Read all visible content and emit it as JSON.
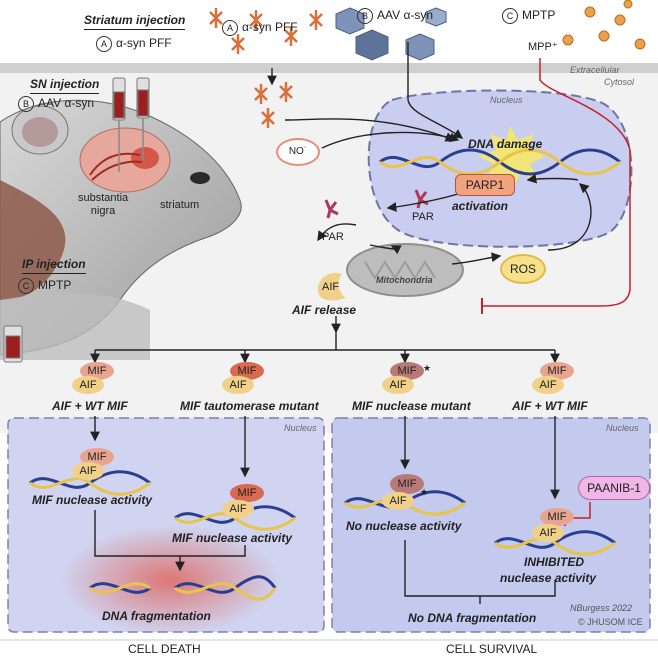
{
  "injections": {
    "striatum": {
      "title": "Striatum injection",
      "marker": "A",
      "agent": "α-syn PFF"
    },
    "sn": {
      "title": "SN injection",
      "marker": "B",
      "agent": "AAV α-syn"
    },
    "ip": {
      "title": "IP injection",
      "marker": "C",
      "agent": "MPTP"
    }
  },
  "top_agents": {
    "a": {
      "marker": "A",
      "label": "α-syn PFF"
    },
    "b": {
      "marker": "B",
      "label": "AAV α-syn"
    },
    "c": {
      "marker": "C",
      "label": "MPTP",
      "product": "MPP⁺"
    }
  },
  "compartments": {
    "extracellular": "Extracellular",
    "cytosol": "Cytosol",
    "nucleus": "Nucleus"
  },
  "brain": {
    "substantia_nigra": "substantia nigra",
    "striatum": "striatum"
  },
  "molecules": {
    "no": "NO˙",
    "dna_damage": "DNA damage",
    "parp1": "PARP1",
    "activation": "activation",
    "par": "PAR",
    "ros": "ROS",
    "mitochondria": "Mitochondria",
    "aif": "AIF",
    "mif": "MIF",
    "mif_star": "MIF",
    "star": "★",
    "aif_release": "AIF release",
    "paanib": "PAANIB-1"
  },
  "branches": [
    {
      "label": "AIF + WT MIF"
    },
    {
      "label": "MIF tautomerase mutant"
    },
    {
      "label": "MIF nuclease mutant"
    },
    {
      "label": "AIF + WT MIF"
    }
  ],
  "lower_nucleus": {
    "left_activity_1": "MIF nuclease activity",
    "left_activity_2": "MIF nuclease activity",
    "dna_fragmentation": "DNA fragmentation",
    "no_activity": "No nuclease activity",
    "inhibited_1": "INHIBITED",
    "inhibited_2": "nuclease activity",
    "no_fragmentation": "No DNA fragmentation"
  },
  "outcomes": {
    "death": "CELL DEATH",
    "survival": "CELL SURVIVAL"
  },
  "credit": {
    "signature": "NBurgess 2022",
    "copyright": "© JHUSOM ICE"
  },
  "colors": {
    "gray_band": "#d2d2d2",
    "cytosol_bg": "#f0f0f0",
    "nucleus_fill": "#c9cdef",
    "panel_left": "#cfd3f0",
    "panel_right": "#c4c9ee",
    "aif": "#f1d08a",
    "mif": "#e9a48f",
    "mif_mut": "#d9694f",
    "mif_nuc_mut": "#b87a76",
    "parp1": "#f3a27f",
    "ros": "#f6e08a",
    "paanib": "#f0b6e6",
    "red_arrow": "#c8202b",
    "dna_blue": "#2a3f8f",
    "dna_yellow": "#e9c44a"
  }
}
